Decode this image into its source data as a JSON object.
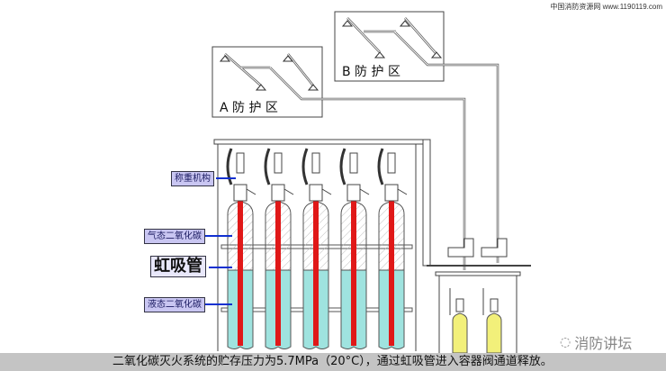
{
  "site_watermark": "中国消防资源网 www.1190119.com",
  "zones": {
    "a": "A 防 护 区",
    "b": "B 防 护 区"
  },
  "labels": {
    "weighing": "称重机构",
    "gas_co2": "气态二氧化碳",
    "siphon": "虹吸管",
    "liquid_co2": "液态二氧化碳"
  },
  "caption": "二氧化碳灭火系统的贮存压力为5.7MPa（20°C），通过虹吸管进入容器阀通道释放。",
  "brand": "消防讲坛",
  "colors": {
    "liquid": "#9fe3df",
    "siphon": "#e01818",
    "pilot": "#f2f07a",
    "label_bg": "#c9c6f2",
    "pointer": "#1030d0"
  }
}
